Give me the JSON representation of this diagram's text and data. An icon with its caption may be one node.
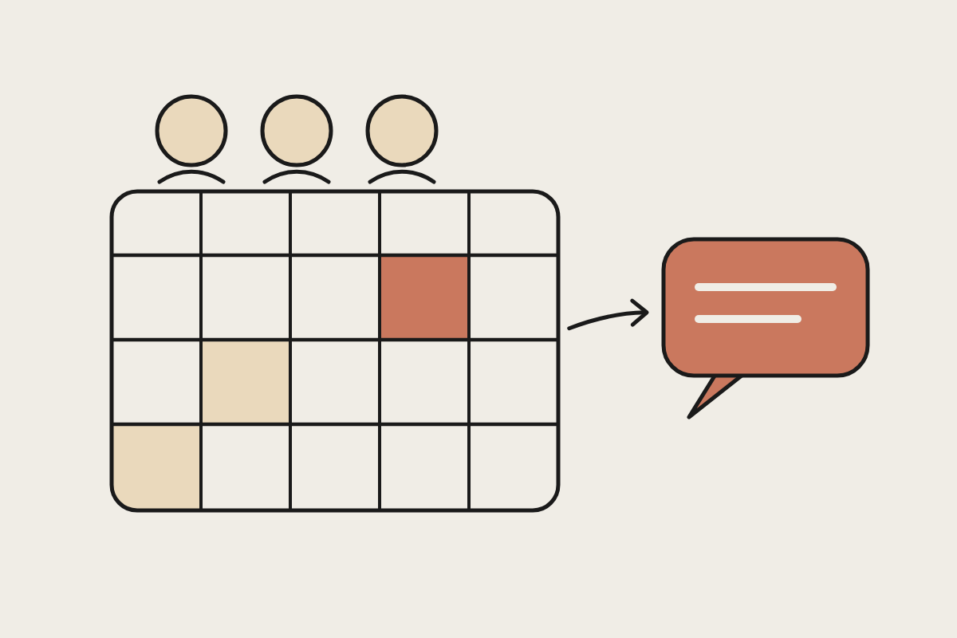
{
  "diagram": {
    "nodes": [
      {
        "text": [],
        "shape": "grid"
      },
      {
        "text": [],
        "shape": "bubble"
      }
    ],
    "edges": [
      {
        "from": 0,
        "to": 1,
        "arrow": "to"
      }
    ]
  }
}
